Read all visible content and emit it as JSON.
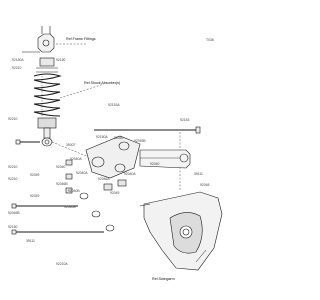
{
  "header": {
    "code": "T036"
  },
  "labels": {
    "ref_frame_fittings": "Ref.Frame Fittings",
    "ref_shock_absorbers": "Ref.Shock Absorber(s)",
    "ref_swingarm": "Ref.Swingarm"
  },
  "parts": {
    "p1": "92150",
    "p2": "92150A",
    "p3": "92210",
    "p4": "92153A",
    "p5": "92210",
    "p6": "92150A",
    "p7": "92040",
    "p8": "92049B",
    "p9": "92153",
    "p10": "39007",
    "p11": "92040A",
    "p12": "92210",
    "p13": "92040",
    "p14": "92040A",
    "p15": "92049",
    "p16": "92210",
    "p17": "92046B",
    "p18": "92040",
    "p19": "92046A",
    "p20": "92040A",
    "p21": "92040B",
    "p22": "92049",
    "p23": "92040B",
    "p24": "92049",
    "p25": "92048",
    "p26": "39111",
    "p27": "92049B",
    "p28": "92150",
    "p29": "39111",
    "p30": "92210A"
  },
  "colors": {
    "line": "#1a1a1a",
    "background": "#ffffff"
  }
}
